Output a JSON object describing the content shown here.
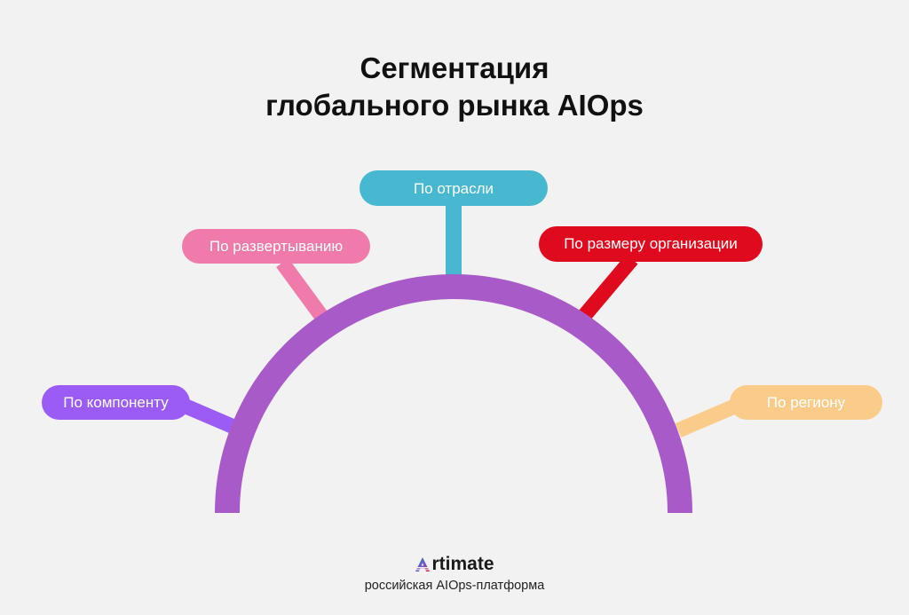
{
  "title": {
    "line1": "Сегментация",
    "line2": "глобального рынка AIOps"
  },
  "segments": [
    {
      "key": "component",
      "label": "По компоненту",
      "color": "#9b5cf6",
      "text_color": "#ffffff"
    },
    {
      "key": "deployment",
      "label": "По развертыванию",
      "color": "#f07aaa",
      "text_color": "#ffffff"
    },
    {
      "key": "industry",
      "label": "По отрасли",
      "color": "#48b8d0",
      "text_color": "#ffffff"
    },
    {
      "key": "org-size",
      "label": "По размеру организации",
      "color": "#e00a1e",
      "text_color": "#ffffff"
    },
    {
      "key": "region",
      "label": "По региону",
      "color": "#fbcb8a",
      "text_color": "#ffffff"
    }
  ],
  "arc": {
    "color": "#a95ac9"
  },
  "footer": {
    "brand": "rtimate",
    "brand_logo_letter": "A",
    "tagline": "российская AIOps-платформа"
  }
}
